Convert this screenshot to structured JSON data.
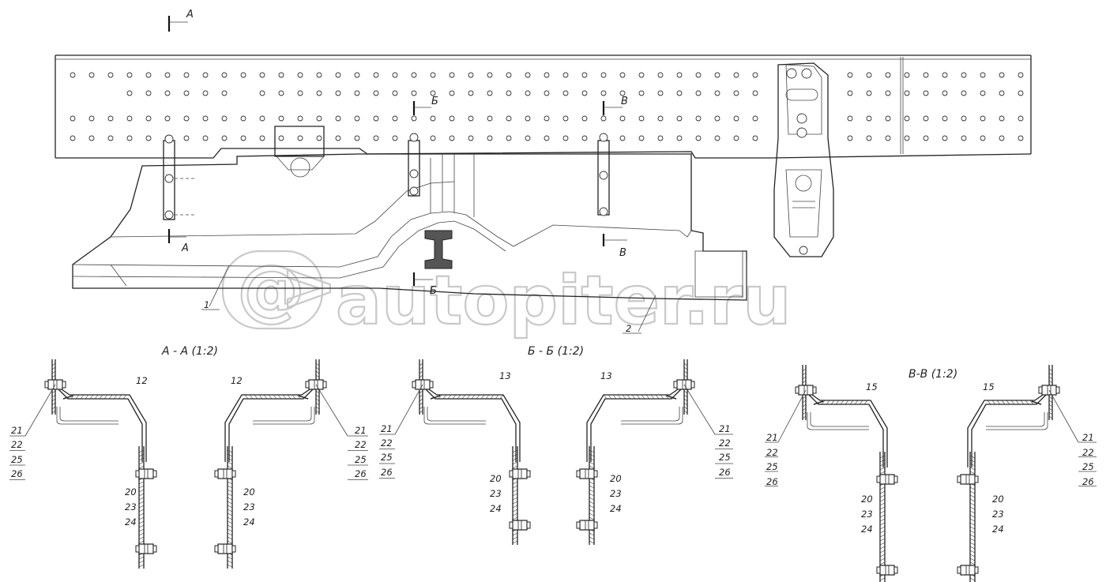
{
  "watermark": {
    "text": "autopiter.ru"
  },
  "section_marks": {
    "a": "А",
    "b": "Б",
    "v": "В"
  },
  "section_titles": {
    "a": "А - А (1:2)",
    "b": "Б - Б (1:2)",
    "v": "В-В (1:2)"
  },
  "part_numbers": {
    "p1": "1",
    "p2": "2",
    "p12": "12",
    "p13": "13",
    "p15": "15",
    "p20": "20",
    "p21": "21",
    "p22": "22",
    "p23": "23",
    "p24": "24",
    "p25": "25",
    "p26": "26"
  }
}
